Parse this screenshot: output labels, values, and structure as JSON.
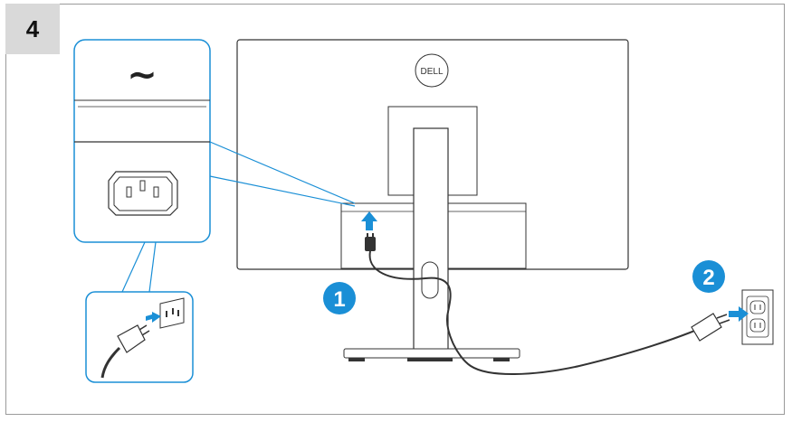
{
  "step": {
    "number": "4"
  },
  "monitor": {
    "brand": "DELL"
  },
  "callout": {
    "ac_symbol": "~"
  },
  "badges": {
    "first": "1",
    "second": "2"
  },
  "colors": {
    "accent": "#1a8fd6",
    "callout_stroke": "#1a8fd6",
    "line": "#333333",
    "step_bg": "#d9d9d9"
  },
  "icons": [
    "ac-power-symbol",
    "iec-c14-socket-icon",
    "power-plug-icon",
    "wall-outlet-icon",
    "arrow-up-icon",
    "arrow-right-icon"
  ]
}
